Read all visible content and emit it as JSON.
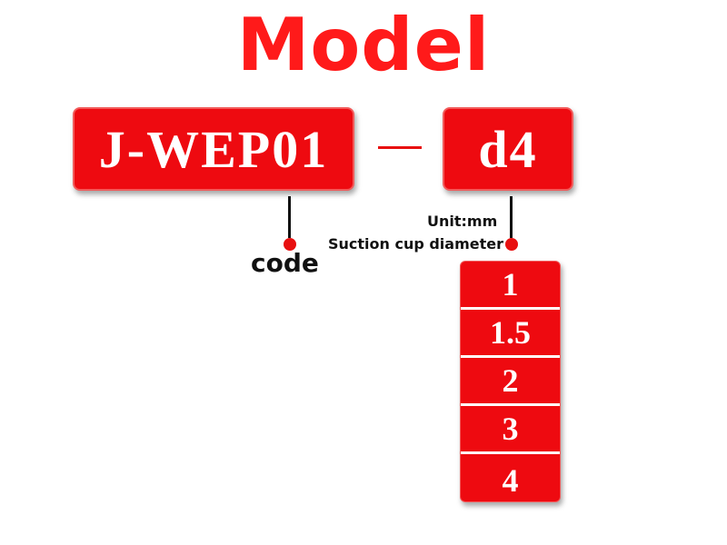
{
  "title": "Model",
  "model": {
    "code": "J-WEP01",
    "separator": "—",
    "size": "d4"
  },
  "labels": {
    "code": "code",
    "unit": "Unit:mm",
    "diameter": "Suction cup diameter"
  },
  "options": [
    "1",
    "1.5",
    "2",
    "3",
    "4"
  ],
  "colors": {
    "accent": "#ee0a10",
    "title": "#ff1a1a",
    "text": "#111111"
  }
}
